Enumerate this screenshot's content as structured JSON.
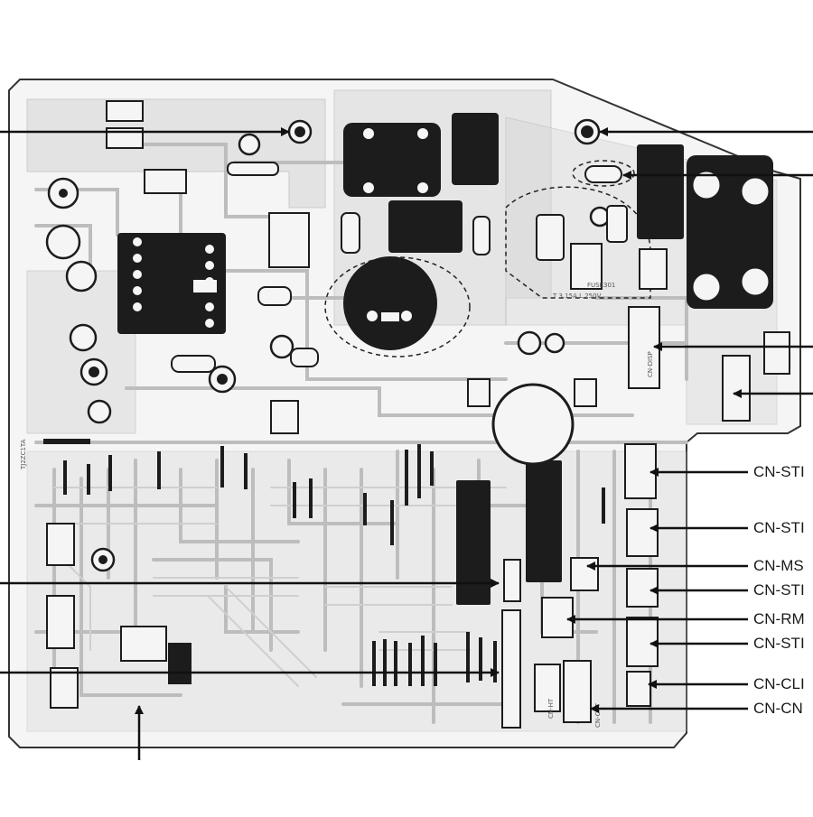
{
  "callouts": [
    {
      "id": "cn-stm-1",
      "label": "CN-STI"
    },
    {
      "id": "cn-stm-2",
      "label": "CN-STI"
    },
    {
      "id": "cn-ms",
      "label": "CN-MS"
    },
    {
      "id": "cn-stm-3",
      "label": "CN-STI"
    },
    {
      "id": "cn-rm",
      "label": "CN-RM"
    },
    {
      "id": "cn-stm-4",
      "label": "CN-STI"
    },
    {
      "id": "cn-cli",
      "label": "CN-CLI"
    },
    {
      "id": "cn-cn",
      "label": "CN-CN"
    }
  ],
  "board_markings": {
    "fuse": "FUSE301",
    "fuse_rating": "T 3.15A L 250V",
    "side_code": "TJ2ZC1TA",
    "cn_disp": "CN-DISP",
    "cn_ht": "CN-HT",
    "cn_cnt": "CN-CNT"
  },
  "colors": {
    "board_bg": "#f4f4f4",
    "trace": "#b9b9b9",
    "component": "#1c1c1c",
    "leader": "#111111"
  }
}
